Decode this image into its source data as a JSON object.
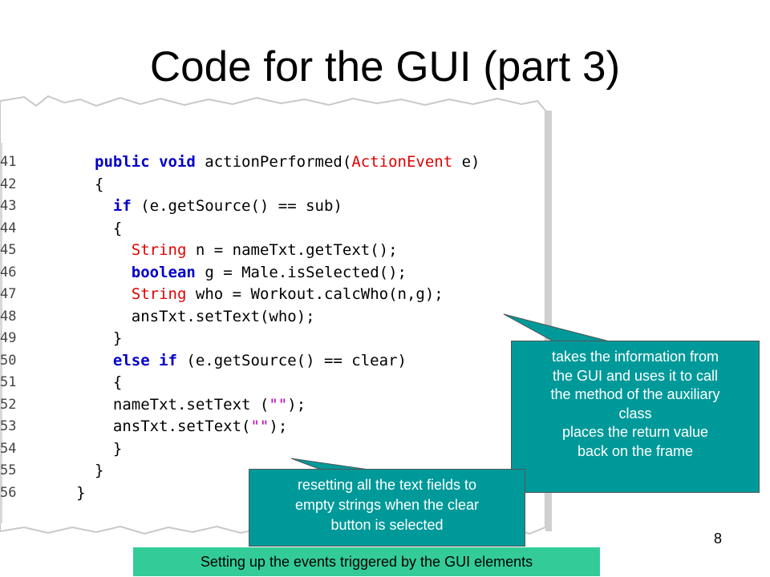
{
  "slide": {
    "title": "Code for the GUI (part 3)",
    "number": "8",
    "footer": "Setting up the events triggered by the  GUI elements"
  },
  "code": {
    "lines": [
      {
        "num": "41",
        "tokens": [
          {
            "t": "public void ",
            "c": "kw"
          },
          {
            "t": "actionPerformed(",
            "c": ""
          },
          {
            "t": "ActionEvent",
            "c": "ty"
          },
          {
            "t": " e)",
            "c": ""
          }
        ]
      },
      {
        "num": "42",
        "tokens": [
          {
            "t": "{",
            "c": ""
          }
        ]
      },
      {
        "num": "43",
        "tokens": [
          {
            "t": "if",
            "c": "kw"
          },
          {
            "t": " (e.getSource() == sub)",
            "c": ""
          }
        ]
      },
      {
        "num": "44",
        "tokens": [
          {
            "t": "{",
            "c": ""
          }
        ]
      },
      {
        "num": "45",
        "tokens": [
          {
            "t": "String",
            "c": "ty"
          },
          {
            "t": " n = nameTxt.getText();",
            "c": ""
          }
        ]
      },
      {
        "num": "46",
        "tokens": [
          {
            "t": "boolean",
            "c": "kw"
          },
          {
            "t": " g = Male.isSelected();",
            "c": ""
          }
        ]
      },
      {
        "num": "47",
        "tokens": [
          {
            "t": "String",
            "c": "ty"
          },
          {
            "t": " who = Workout.calcWho(n,g);",
            "c": ""
          }
        ]
      },
      {
        "num": "48",
        "tokens": [
          {
            "t": "ansTxt.setText(who);",
            "c": ""
          }
        ]
      },
      {
        "num": "49",
        "tokens": [
          {
            "t": "}",
            "c": ""
          }
        ]
      },
      {
        "num": "50",
        "tokens": [
          {
            "t": "else if",
            "c": "kw"
          },
          {
            "t": " (e.getSource() == clear)",
            "c": ""
          }
        ]
      },
      {
        "num": "51",
        "tokens": [
          {
            "t": "{",
            "c": ""
          }
        ]
      },
      {
        "num": "52",
        "tokens": [
          {
            "t": "nameTxt.setText (",
            "c": ""
          },
          {
            "t": "\"\"",
            "c": "st"
          },
          {
            "t": ");",
            "c": ""
          }
        ]
      },
      {
        "num": "53",
        "tokens": [
          {
            "t": "ansTxt.setText(",
            "c": ""
          },
          {
            "t": "\"\"",
            "c": "st"
          },
          {
            "t": ");",
            "c": ""
          }
        ]
      },
      {
        "num": "54",
        "tokens": [
          {
            "t": "}",
            "c": ""
          }
        ]
      },
      {
        "num": "55",
        "tokens": [
          {
            "t": "}",
            "c": ""
          }
        ]
      },
      {
        "num": "56",
        "tokens": [
          {
            "t": "}",
            "c": ""
          }
        ]
      }
    ]
  },
  "callouts": {
    "right": {
      "lines": [
        "takes the information from",
        "the GUI and uses it to call",
        "the method of the auxiliary",
        "class",
        "places the return value",
        "back on the frame"
      ]
    },
    "bottom": {
      "lines": [
        "resetting all the text fields to",
        "empty strings when the clear",
        "button is selected"
      ]
    }
  },
  "colors": {
    "callout_bg": "#009999",
    "footer_bg": "#33cc99",
    "keyword": "#0000c8",
    "type": "#e00000",
    "string": "#c000c0"
  }
}
